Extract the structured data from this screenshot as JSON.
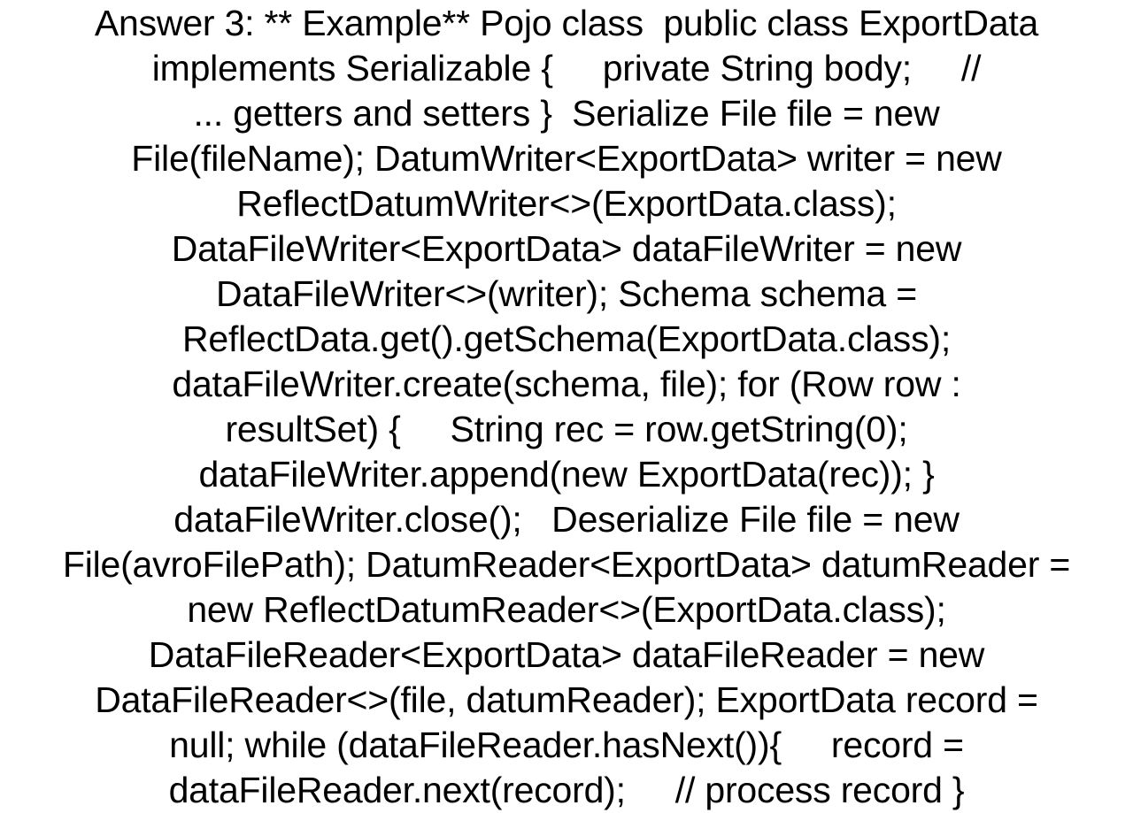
{
  "document": {
    "lines": [
      "Answer 3: ** Example** Pojo class  public class ExportData",
      "implements Serializable {     private String body;     //",
      "... getters and setters }  Serialize File file = new",
      "File(fileName); DatumWriter<ExportData> writer = new",
      "ReflectDatumWriter<>(ExportData.class);",
      "DataFileWriter<ExportData> dataFileWriter = new",
      "DataFileWriter<>(writer); Schema schema =",
      "ReflectData.get().getSchema(ExportData.class);",
      "dataFileWriter.create(schema, file); for (Row row :",
      "resultSet) {     String rec = row.getString(0);",
      "dataFileWriter.append(new ExportData(rec)); }",
      "dataFileWriter.close();   Deserialize File file = new",
      "File(avroFilePath); DatumReader<ExportData> datumReader =",
      "new ReflectDatumReader<>(ExportData.class);",
      "DataFileReader<ExportData> dataFileReader = new",
      "DataFileReader<>(file, datumReader); ExportData record =",
      "null; while (dataFileReader.hasNext()){     record =",
      "dataFileReader.next(record);     // process record }"
    ]
  }
}
